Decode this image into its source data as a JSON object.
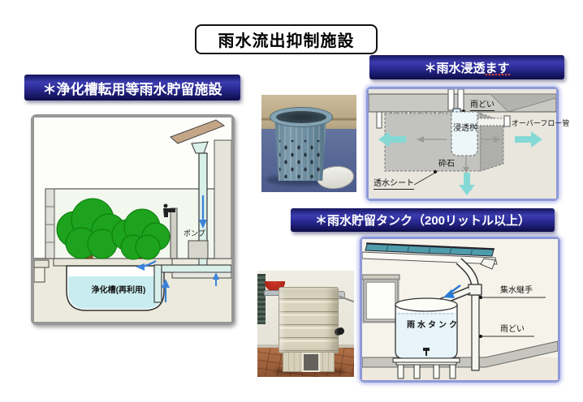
{
  "page": {
    "title": "雨水流出抑制施設"
  },
  "sections": {
    "storage": {
      "banner": "＊浄化槽転用等雨水貯留施設",
      "labels": {
        "pump": "ポンプ",
        "tank": "浄化槽(再利用)"
      }
    },
    "infiltration": {
      "banner": "＊雨水浸透ます",
      "labels": {
        "gutter": "雨どい",
        "overflow": "オーバーフロー管",
        "pit": "浸透桝",
        "gravel": "砕石",
        "sheet": "透水シート"
      }
    },
    "tank": {
      "banner": "＊雨水貯留タンク（200リットル以上）",
      "labels": {
        "tank": "雨水タンク",
        "joint": "集水継手",
        "gutter": "雨どい"
      }
    }
  },
  "colors": {
    "banner_top": "#16165e",
    "banner_mid": "#3c3cb0",
    "banner_bottom": "#0c0c48",
    "frame_gray": "#979797",
    "frame_periwinkle": "#8f9ad8",
    "flow_arrow_blue": "#3b82d8",
    "infiltration_arrow_teal": "#85d9d5",
    "water_light_blue": "#c9ecf0",
    "tree_green": "#1da31d"
  }
}
